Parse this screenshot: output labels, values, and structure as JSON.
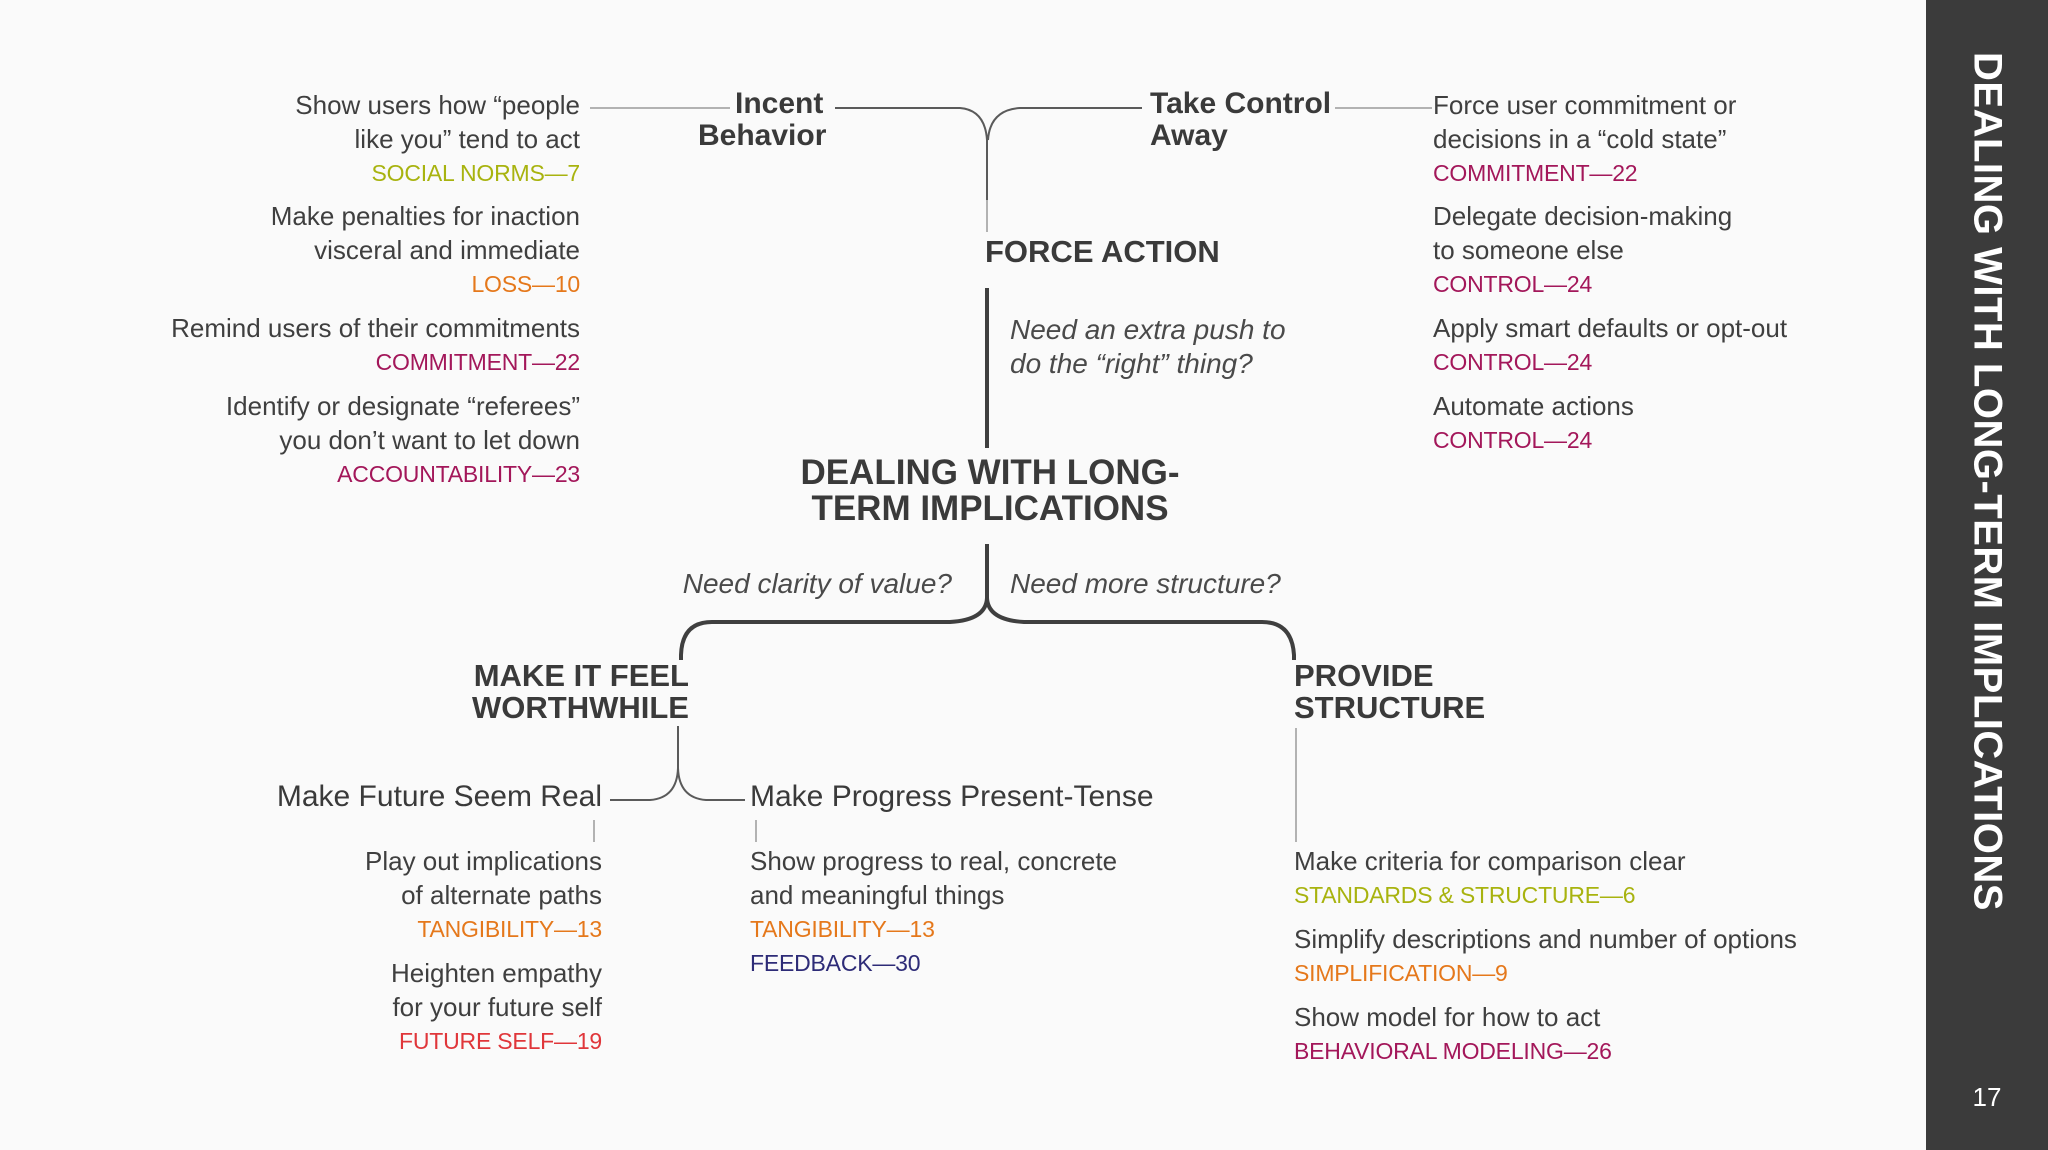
{
  "center_title": [
    "DEALING WITH LONG-",
    "TERM IMPLICATIONS"
  ],
  "sidebar": {
    "title": "DEALING WITH LONG-TERM IMPLICATIONS",
    "page_number": "17"
  },
  "force_action": {
    "heading": "FORCE ACTION",
    "question": [
      "Need an extra push to",
      "do the “right” thing?"
    ],
    "incent": {
      "label": [
        "Incent",
        "Behavior"
      ],
      "items": [
        {
          "text": [
            "Show users how “people",
            "like you” tend to act"
          ],
          "ref": "SOCIAL NORMS—7",
          "color": "#a8b30f"
        },
        {
          "text": [
            "Make penalties for inaction",
            "visceral and immediate"
          ],
          "ref": "LOSS—10",
          "color": "#e5781b"
        },
        {
          "text": [
            "Remind users of their commitments"
          ],
          "ref": "COMMITMENT—22",
          "color": "#a3175a"
        },
        {
          "text": [
            "Identify or designate “referees”",
            "you don’t want to let down"
          ],
          "ref": "ACCOUNTABILITY—23",
          "color": "#a3175a"
        }
      ]
    },
    "take_control": {
      "label": [
        "Take Control",
        "Away"
      ],
      "items": [
        {
          "text": [
            "Force user commitment or",
            "decisions in a “cold state”"
          ],
          "ref": "COMMITMENT—22",
          "color": "#a3175a"
        },
        {
          "text": [
            "Delegate decision-making",
            "to someone else"
          ],
          "ref": "CONTROL—24",
          "color": "#a3175a"
        },
        {
          "text": [
            "Apply smart defaults or opt-out"
          ],
          "ref": "CONTROL—24",
          "color": "#a3175a"
        },
        {
          "text": [
            "Automate actions"
          ],
          "ref": "CONTROL—24",
          "color": "#a3175a"
        }
      ]
    }
  },
  "questions": {
    "left": "Need clarity of value?",
    "right": "Need more structure?"
  },
  "worthwhile": {
    "heading": [
      "MAKE IT FEEL",
      "WORTHWHILE"
    ],
    "future": {
      "label": "Make Future Seem Real",
      "items": [
        {
          "text": [
            "Play out implications",
            "of alternate paths"
          ],
          "ref": "TANGIBILITY—13",
          "color": "#e5781b"
        },
        {
          "text": [
            "Heighten empathy",
            "for your future self"
          ],
          "ref": "FUTURE SELF—19",
          "color": "#e0363a"
        }
      ]
    },
    "progress": {
      "label": "Make Progress Present-Tense",
      "text": [
        "Show progress to real, concrete",
        "and meaningful things"
      ],
      "refs": [
        {
          "ref": "TANGIBILITY—13",
          "color": "#e5781b"
        },
        {
          "ref": "FEEDBACK—30",
          "color": "#2d2b77"
        }
      ]
    }
  },
  "structure": {
    "heading": [
      "PROVIDE",
      "STRUCTURE"
    ],
    "items": [
      {
        "text": [
          "Make criteria for comparison clear"
        ],
        "ref": "STANDARDS & STRUCTURE—6",
        "color": "#a8b30f"
      },
      {
        "text": [
          "Simplify descriptions and number of options"
        ],
        "ref": "SIMPLIFICATION—9",
        "color": "#e5781b"
      },
      {
        "text": [
          "Show model for how to act"
        ],
        "ref": "BEHAVIORAL MODELING—26",
        "color": "#a3175a"
      }
    ]
  }
}
